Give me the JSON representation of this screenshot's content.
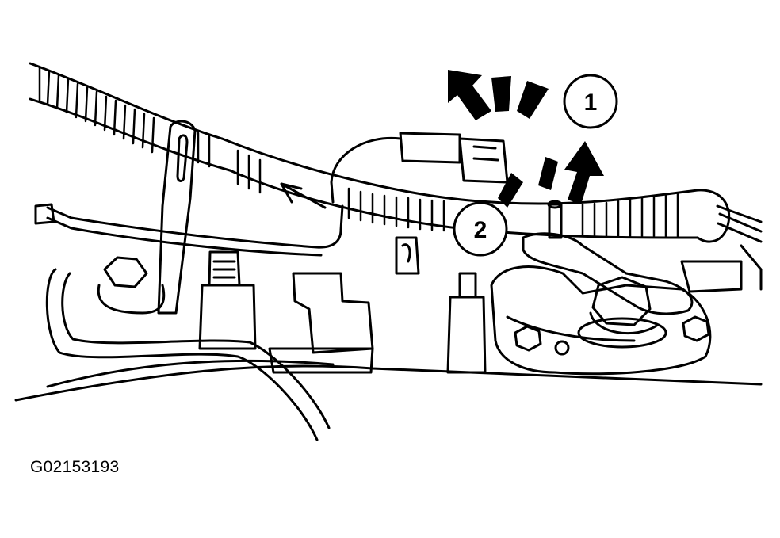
{
  "figure": {
    "id": "G02153193",
    "callouts": [
      {
        "label": "1"
      },
      {
        "label": "2"
      }
    ]
  },
  "colors": {
    "ink": "#000000",
    "paper": "#ffffff"
  }
}
